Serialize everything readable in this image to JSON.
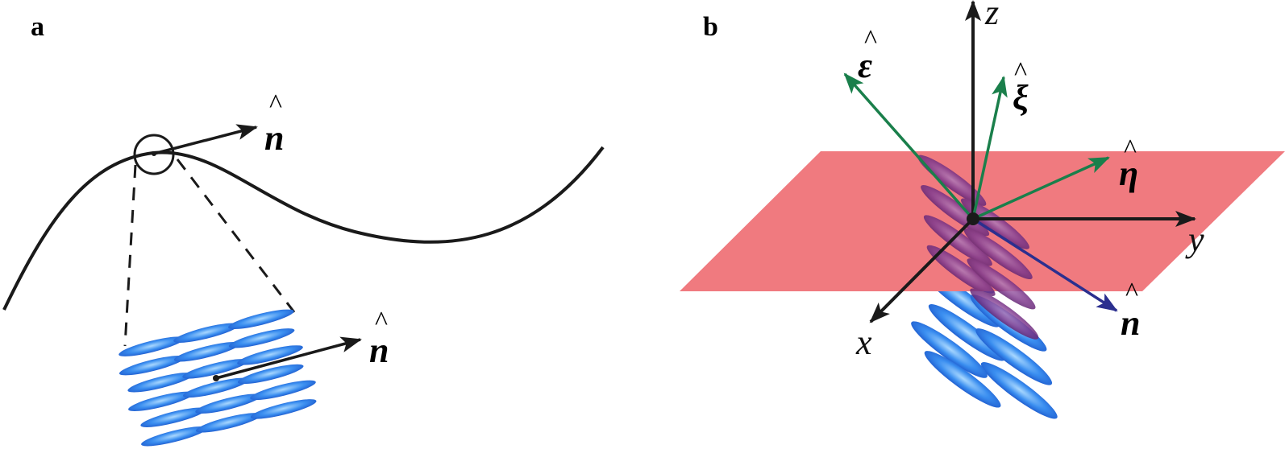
{
  "panels": {
    "a": {
      "letter": "a",
      "director_label": "n",
      "director_hat": "^",
      "inset_director_label": "n",
      "inset_director_hat": "^"
    },
    "b": {
      "letter": "b",
      "axes": {
        "x": "x",
        "y": "y",
        "z": "z"
      },
      "director_label": "n",
      "director_hat": "^",
      "green_vectors": [
        {
          "label": "ε",
          "hat": "^"
        },
        {
          "label": "ξ",
          "hat": "^"
        },
        {
          "label": "η",
          "hat": "^"
        }
      ]
    }
  },
  "colors": {
    "curve": "#1a1a1a",
    "ellipsoid_blue": "#2f7fe8",
    "ellipsoid_purple": "#7a2f8c",
    "plane": "#f07a7f",
    "green_vector": "#1a7f4b",
    "blue_vector": "#2b2f8f",
    "axis": "#1a1a1a"
  }
}
